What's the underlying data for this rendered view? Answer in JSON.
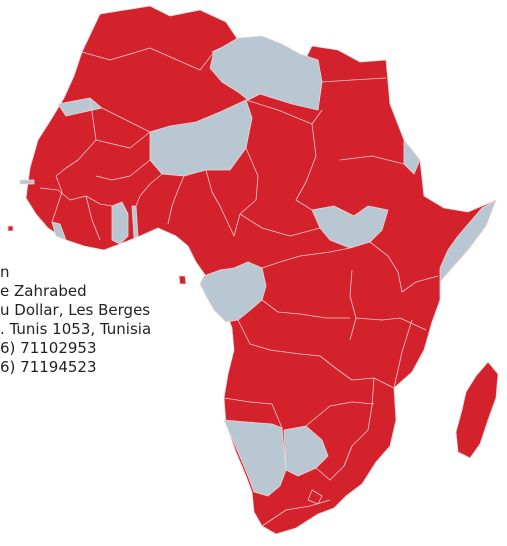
{
  "map": {
    "colors": {
      "present": "#d4222d",
      "absent": "#b8c7d1",
      "borders": "#f2d6d8",
      "text": "#222222",
      "background": "#ffffff"
    }
  },
  "address": {
    "lines": [
      "n",
      "e Zahrabed",
      "u Dollar, Les Berges",
      ". Tunis 1053, Tunisia",
      "6) 71102953",
      "6) 71194523"
    ]
  }
}
